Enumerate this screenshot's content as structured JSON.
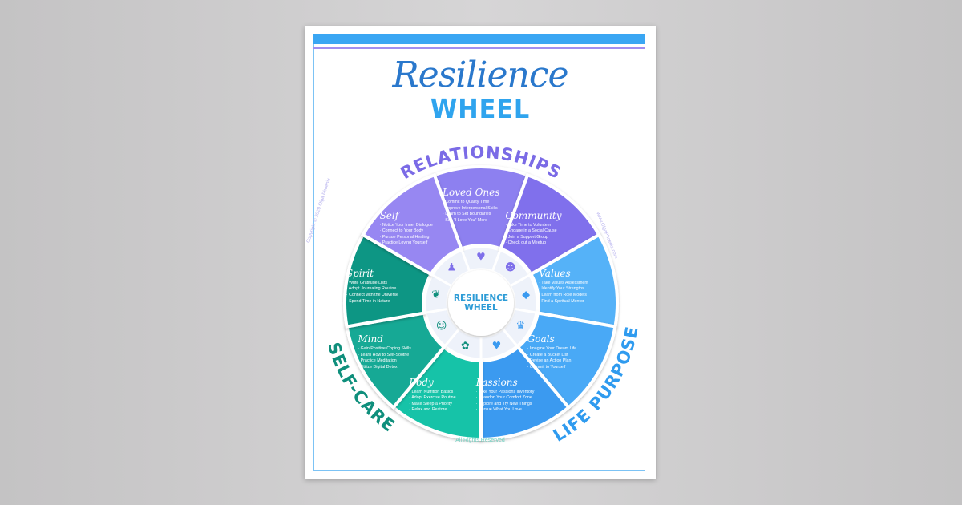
{
  "title": {
    "script": "Resilience",
    "bold": "WHEEL"
  },
  "center_label": [
    "RESILIENCE",
    "WHEEL"
  ],
  "categories": [
    {
      "label": "RELATIONSHIPS",
      "color": "#7b6be6"
    },
    {
      "label": "LIFE PURPOSE",
      "color": "#2f9bef"
    },
    {
      "label": "SELF-CARE",
      "color": "#0f8f7c"
    }
  ],
  "segments": [
    {
      "title": "Loved Ones",
      "icon": "hearts-icon",
      "glyph": "♥",
      "color": "#8d80f0",
      "items": [
        "Commit to Quality Time",
        "Improve Interpersonal Skills",
        "Learn to Set Boundaries",
        "Say \"I Love You\" More"
      ]
    },
    {
      "title": "Community",
      "icon": "group-icon",
      "glyph": "☻",
      "color": "#8070ec",
      "items": [
        "Take Time to Volunteer",
        "Engage in a Social Cause",
        "Join a Support Group",
        "Check out a Meetup"
      ]
    },
    {
      "title": "Values",
      "icon": "diamond-icon",
      "glyph": "◆",
      "color": "#55b2f8",
      "items": [
        "Take Values Assessment",
        "Identify Your Strengths",
        "Learn from Role Models",
        "Find a Spiritual Mentor"
      ]
    },
    {
      "title": "Goals",
      "icon": "trophy-icon",
      "glyph": "♛",
      "color": "#4aa9f6",
      "items": [
        "Imagine Your Dream Life",
        "Create a Bucket List",
        "Devise an Action Plan",
        "Commit to Yourself"
      ]
    },
    {
      "title": "Passions",
      "icon": "heart-icon",
      "glyph": "♥",
      "color": "#3a9af0",
      "items": [
        "Take Your Passions Inventory",
        "Abandon Your Comfort Zone",
        "Explore and Try New Things",
        "Pursue What You Love"
      ]
    },
    {
      "title": "Body",
      "icon": "lotus-icon",
      "glyph": "✿",
      "color": "#16c3a8",
      "items": [
        "Learn Nutrition Basics",
        "Adopt Exercise Routine",
        "Make Sleep a Priority",
        "Relax and Restore"
      ]
    },
    {
      "title": "Mind",
      "icon": "head-icon",
      "glyph": "☺",
      "color": "#13a995",
      "items": [
        "Gain Positive Coping Skills",
        "Learn How to Self-Soothe",
        "Practice Meditation",
        "Utilize Digital Detox"
      ]
    },
    {
      "title": "Spirit",
      "icon": "dove-icon",
      "glyph": "❦",
      "color": "#0d9684",
      "items": [
        "Write Gratitude Lists",
        "Adopt Journaling Routine",
        "Connect with the Universe",
        "Spend Time in Nature"
      ]
    },
    {
      "title": "Self",
      "icon": "person-icon",
      "glyph": "♟",
      "color": "#9787f2",
      "items": [
        "Notice Your Inner Dialogue",
        "Connect to Your Body",
        "Pursue Personal Healing",
        "Practice Loving Yourself"
      ]
    }
  ],
  "copyright": "Copyright © 2020 Olga Phoenix",
  "website": "www.OlgaPhoenix.com",
  "rights": "All Rights Reserved"
}
